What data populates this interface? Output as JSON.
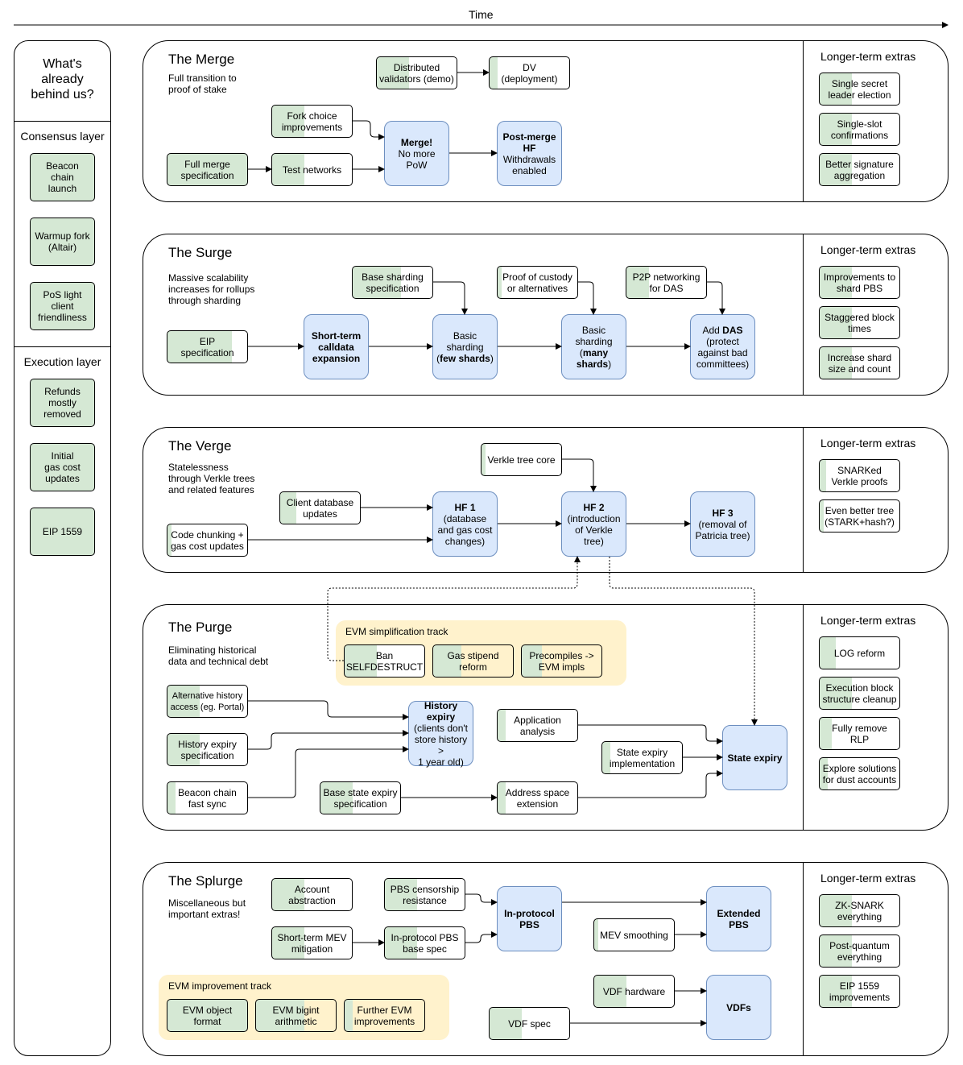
{
  "time_label": "Time",
  "sidebar": {
    "title": "What's\nalready\nbehind us?",
    "consensus_heading": "Consensus layer",
    "consensus_items": [
      "Beacon\nchain\nlaunch",
      "Warmup fork\n(Altair)",
      "PoS light\nclient\nfriendliness"
    ],
    "execution_heading": "Execution layer",
    "execution_items": [
      "Refunds\nmostly\nremoved",
      "Initial\ngas cost\nupdates",
      "EIP 1559"
    ]
  },
  "extras_label": "Longer-term extras",
  "merge": {
    "title": "The Merge",
    "subtitle": "Full transition to\nproof of stake",
    "distributed_validators": "Distributed\nvalidators (demo)",
    "dv_deployment": "DV\n(deployment)",
    "fork_choice": "Fork choice\nimprovements",
    "full_spec": "Full merge\nspecification",
    "test_networks": "Test networks",
    "merge_bold": "Merge!",
    "merge_rest": "No more\nPoW",
    "postmerge_bold": "Post-merge\nHF",
    "postmerge_rest": "Withdrawals\nenabled",
    "extras": [
      "Single secret\nleader election",
      "Single-slot\nconfirmations",
      "Better signature\naggregation"
    ]
  },
  "surge": {
    "title": "The Surge",
    "subtitle": "Massive scalability\nincreases for rollups\nthrough sharding",
    "eip_spec": "EIP\nspecification",
    "calldata": "Short-term\ncalldata\nexpansion",
    "base_sharding_spec": "Base sharding\nspecification",
    "basic_few_pre": "Basic\nsharding\n(",
    "basic_few_bold": "few shards",
    "basic_few_post": ")",
    "custody": "Proof of custody\nor alternatives",
    "basic_many_pre": "Basic\nsharding\n(",
    "basic_many_bold": "many\nshards",
    "basic_many_post": ")",
    "p2p": "P2P networking\nfor DAS",
    "das_pre": "Add ",
    "das_bold": "DAS",
    "das_post": "\n(protect\nagainst bad\ncommittees)",
    "extras": [
      "Improvements to\nshard PBS",
      "Staggered block\ntimes",
      "Increase shard\nsize and count"
    ]
  },
  "verge": {
    "title": "The Verge",
    "subtitle": "Statelessness\nthrough Verkle trees\nand related features",
    "verkle_core": "Verkle tree core",
    "client_db": "Client database\nupdates",
    "code_chunking": "Code chunking +\ngas cost updates",
    "hf1_bold": "HF 1",
    "hf1_rest": "(database\nand gas cost\nchanges)",
    "hf2_bold": "HF 2",
    "hf2_rest": "(introduction\nof Verkle\ntree)",
    "hf3_bold": "HF 3",
    "hf3_rest": "(removal of\nPatricia tree)",
    "extras": [
      "SNARKed\nVerkle proofs",
      "Even better tree\n(STARK+hash?)"
    ]
  },
  "purge": {
    "title": "The Purge",
    "subtitle": "Eliminating historical\ndata and technical debt",
    "evm_track_label": "EVM simplification track",
    "ban_selfdestruct": "Ban\nSELFDESTRUCT",
    "gas_stipend": "Gas stipend\nreform",
    "precompiles": "Precompiles ->\nEVM impls",
    "alt_history": "Alternative history\naccess (eg. Portal)",
    "history_spec": "History expiry\nspecification",
    "beacon_sync": "Beacon chain\nfast sync",
    "history_bold": "History\nexpiry",
    "history_rest": "(clients don't\nstore history >\n1 year old)",
    "app_analysis": "Application\nanalysis",
    "state_impl": "State expiry\nimplementation",
    "base_state_spec": "Base state expiry\nspecification",
    "address_space": "Address space\nextension",
    "state_expiry": "State expiry",
    "extras": [
      "LOG reform",
      "Execution block\nstructure cleanup",
      "Fully remove\nRLP",
      "Explore solutions\nfor dust accounts"
    ]
  },
  "splurge": {
    "title": "The Splurge",
    "subtitle": "Miscellaneous but\nimportant extras!",
    "account_abstraction": "Account\nabstraction",
    "pbs_censorship": "PBS censorship\nresistance",
    "short_mev": "Short-term MEV\nmitigation",
    "pbs_base_spec": "In-protocol PBS\nbase spec",
    "inprotocol_pbs": "In-protocol\nPBS",
    "mev_smoothing": "MEV smoothing",
    "extended_pbs": "Extended\nPBS",
    "vdf_hardware": "VDF hardware",
    "vdf_spec": "VDF spec",
    "vdfs": "VDFs",
    "evm_track_label": "EVM improvement track",
    "evm_object": "EVM object\nformat",
    "evm_bigint": "EVM bigint\narithmetic",
    "further_evm": "Further EVM\nimprovements",
    "extras": [
      "ZK-SNARK\neverything",
      "Post-quantum\neverything",
      "EIP 1559\nimprovements"
    ]
  }
}
